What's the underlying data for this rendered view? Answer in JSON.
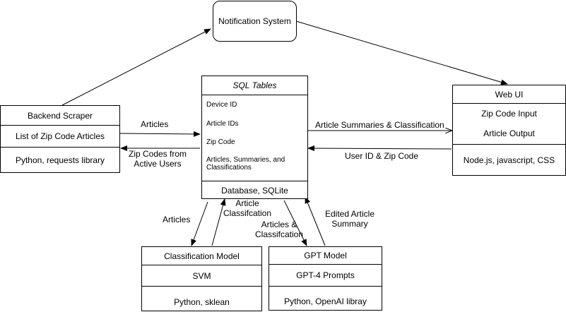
{
  "nodes": {
    "notification": {
      "title": "Notification System"
    },
    "backend": {
      "title": "Backend Scraper",
      "fields": [
        "List of Zip Code Articles"
      ],
      "footer": "Python, requests library"
    },
    "sql": {
      "title": "SQL Tables",
      "fields": [
        "Device ID",
        "Article IDs",
        "Zip Code",
        "Articles, Summaries, and Classifications"
      ],
      "footer": "Database, SQLite"
    },
    "webui": {
      "title": "Web UI",
      "fields": [
        "Zip Code Input",
        "Article Output"
      ],
      "footer": "Node.js, javascript, CSS"
    },
    "classification": {
      "title": "Classification Model",
      "fields": [
        "SVM"
      ],
      "footer": "Python, sklean"
    },
    "gpt": {
      "title": "GPT Model",
      "fields": [
        "GPT-4 Prompts"
      ],
      "footer": "Python, OpenAI libray"
    }
  },
  "edge_labels": {
    "articles_top": "Articles",
    "zip_codes_line1": "Zip Codes from",
    "zip_codes_line2": "Active Users",
    "summaries_classification": "Article Summaries & Classification",
    "user_id_zip": "User ID & Zip Code",
    "articles_bottom": "Articles",
    "article_classification_line1": "Article",
    "article_classification_line2": "Classifcation",
    "articles_and_classification_line1": "Articles &",
    "articles_and_classification_line2": "Classifcation",
    "edited_summary_line1": "Edited Article",
    "edited_summary_line2": "Summary"
  }
}
